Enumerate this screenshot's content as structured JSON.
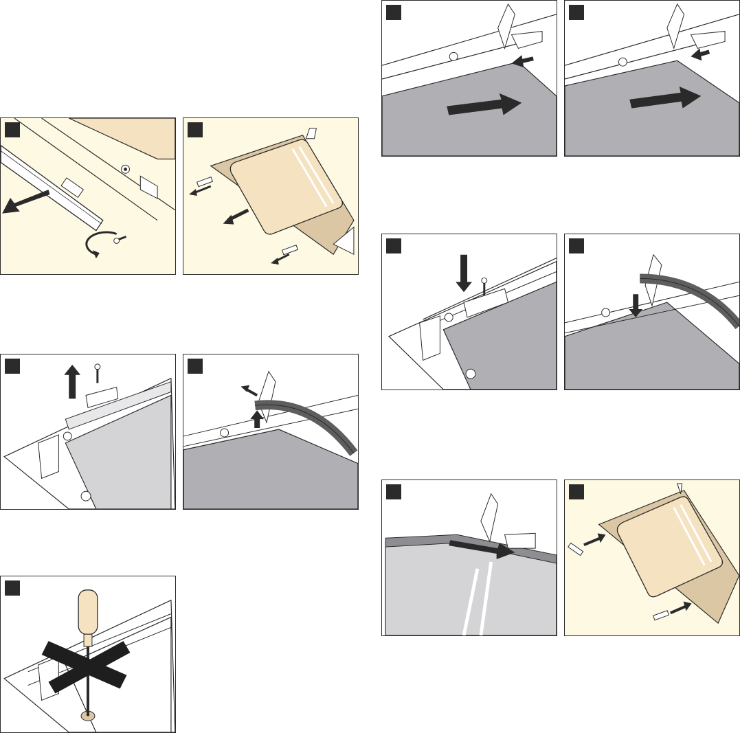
{
  "document": {
    "panels": [
      {
        "id": "remove-trim",
        "icons": [
          "arrow-left-icon",
          "rotate-screw-icon",
          "screw-icon"
        ]
      },
      {
        "id": "remove-glass-clips",
        "icons": [
          "arrow-left-icon",
          "clip-icon"
        ]
      },
      {
        "id": "slide-glass-in",
        "icons": [
          "arrow-right-icon",
          "arrow-left-icon"
        ]
      },
      {
        "id": "slide-glass-in-2",
        "icons": [
          "arrow-right-icon",
          "arrow-left-icon"
        ]
      },
      {
        "id": "fit-screw",
        "icons": [
          "arrow-down-icon",
          "screw-icon"
        ]
      },
      {
        "id": "fit-seal",
        "icons": [
          "arrow-down-icon",
          "seal-icon"
        ]
      },
      {
        "id": "remove-screw",
        "icons": [
          "arrow-up-icon",
          "screw-icon"
        ]
      },
      {
        "id": "lift-seal",
        "icons": [
          "arrow-up-icon",
          "seal-icon"
        ]
      },
      {
        "id": "insert-glass",
        "icons": [
          "arrow-right-icon"
        ]
      },
      {
        "id": "fit-glass-clips",
        "icons": [
          "arrow-right-icon",
          "clip-icon"
        ]
      },
      {
        "id": "no-screwdriver",
        "icons": [
          "screwdriver-icon",
          "prohibited-cross-icon"
        ]
      }
    ],
    "colors": {
      "line": "#2a2a2a",
      "glass_gray": "#b0b0b4",
      "glass_light": "#d4d4d6",
      "door_tan": "#dcc7a4",
      "door_face": "#f4e2c0",
      "warm_background": "#fdf9e3"
    }
  }
}
